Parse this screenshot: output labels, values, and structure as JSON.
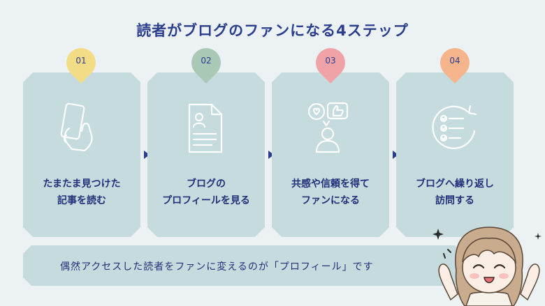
{
  "title": "読者がブログのファンになる4ステップ",
  "steps": [
    {
      "number": "01",
      "lines": [
        "たまたま見つけた",
        "記事を読む"
      ],
      "pin_color": "#f3dc86",
      "icon": "smartphone-hand-icon"
    },
    {
      "number": "02",
      "lines": [
        "ブログの",
        "プロフィールを見る"
      ],
      "pin_color": "#a9c8b6",
      "icon": "profile-document-icon"
    },
    {
      "number": "03",
      "lines": [
        "共感や信頼を得て",
        "ファンになる"
      ],
      "pin_color": "#f0a3a6",
      "icon": "person-likes-icon"
    },
    {
      "number": "04",
      "lines": [
        "ブログへ繰り返し",
        "訪問する"
      ],
      "pin_color": "#f6b48c",
      "icon": "checklist-cycle-icon"
    }
  ],
  "summary": "偶然アクセスした読者をファンに変えるのが「プロフィール」です",
  "colors": {
    "background": "#ecf2f3",
    "card": "#c5dbdd",
    "accent": "#2a3d8f"
  }
}
